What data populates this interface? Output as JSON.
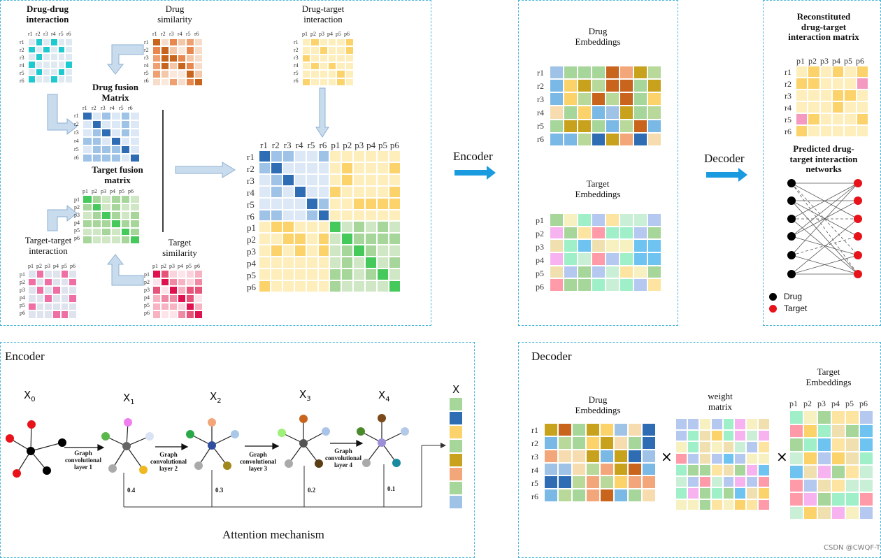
{
  "panels": {
    "construction": {},
    "embeddings": {
      "drug_title": "Drug\nEmbeddings",
      "target_title": "Target\nEmbeddings"
    },
    "output": {
      "reconstituted_title": "Reconstituted\ndrug-target\ninteraction matrix",
      "network_title": "Predicted drug-\ntarget interaction\nnetworks",
      "legend_drug": "Drug",
      "legend_target": "Target"
    },
    "encoder_detail": {
      "title": "Encoder",
      "attention": "Attention mechanism"
    },
    "decoder_detail": {
      "title": "Decoder",
      "drug_title": "Drug\nEmbeddings",
      "weight_title": "weight\nmatrix",
      "target_title": "Target\nEmbeddings"
    }
  },
  "labels": {
    "drug_drug": "Drug-drug\ninteraction",
    "drug_similarity": "Drug\nsimilarity",
    "drug_target": "Drug-target\ninteraction",
    "drug_fusion": "Drug fusion\nMatrix",
    "target_fusion": "Target fusion\nmatrix",
    "target_target": "Target-target\ninteraction",
    "target_similarity": "Target\nsimilarity",
    "encoder_arrow": "Encoder",
    "decoder_arrow": "Decoder"
  },
  "axis": {
    "drugs": [
      "r1",
      "r2",
      "r3",
      "r4",
      "r5",
      "r6"
    ],
    "targets": [
      "p1",
      "p2",
      "p3",
      "p4",
      "p5",
      "p6"
    ],
    "all": [
      "r1",
      "r2",
      "r3",
      "r4",
      "r5",
      "r6",
      "p1",
      "p2",
      "p3",
      "p4",
      "p5",
      "p6"
    ]
  },
  "encoder_stages": {
    "x_labels": [
      {
        "base": "X",
        "sub": "0"
      },
      {
        "base": "X",
        "sub": "1"
      },
      {
        "base": "X",
        "sub": "2"
      },
      {
        "base": "X",
        "sub": "3"
      },
      {
        "base": "X",
        "sub": "4"
      }
    ],
    "final_x": "X",
    "layers": [
      "Graph\nconvolutional\nlayer 1",
      "Graph\nconvolutional\nlayer 2",
      "Graph\nconvolutional\nlayer 3",
      "Graph\nconvolutional\nlayer 4"
    ],
    "weights": [
      "0.4",
      "0.3",
      "0.2",
      "0.1"
    ]
  },
  "watermark": "CSDN @CWQF-T",
  "colors": {
    "panel_border": "#49b7d8",
    "arrow_blue": "#1a9be0",
    "light_arrow": "#b7cfe8",
    "drug_node": "#000000",
    "target_node": "#e8121a"
  }
}
